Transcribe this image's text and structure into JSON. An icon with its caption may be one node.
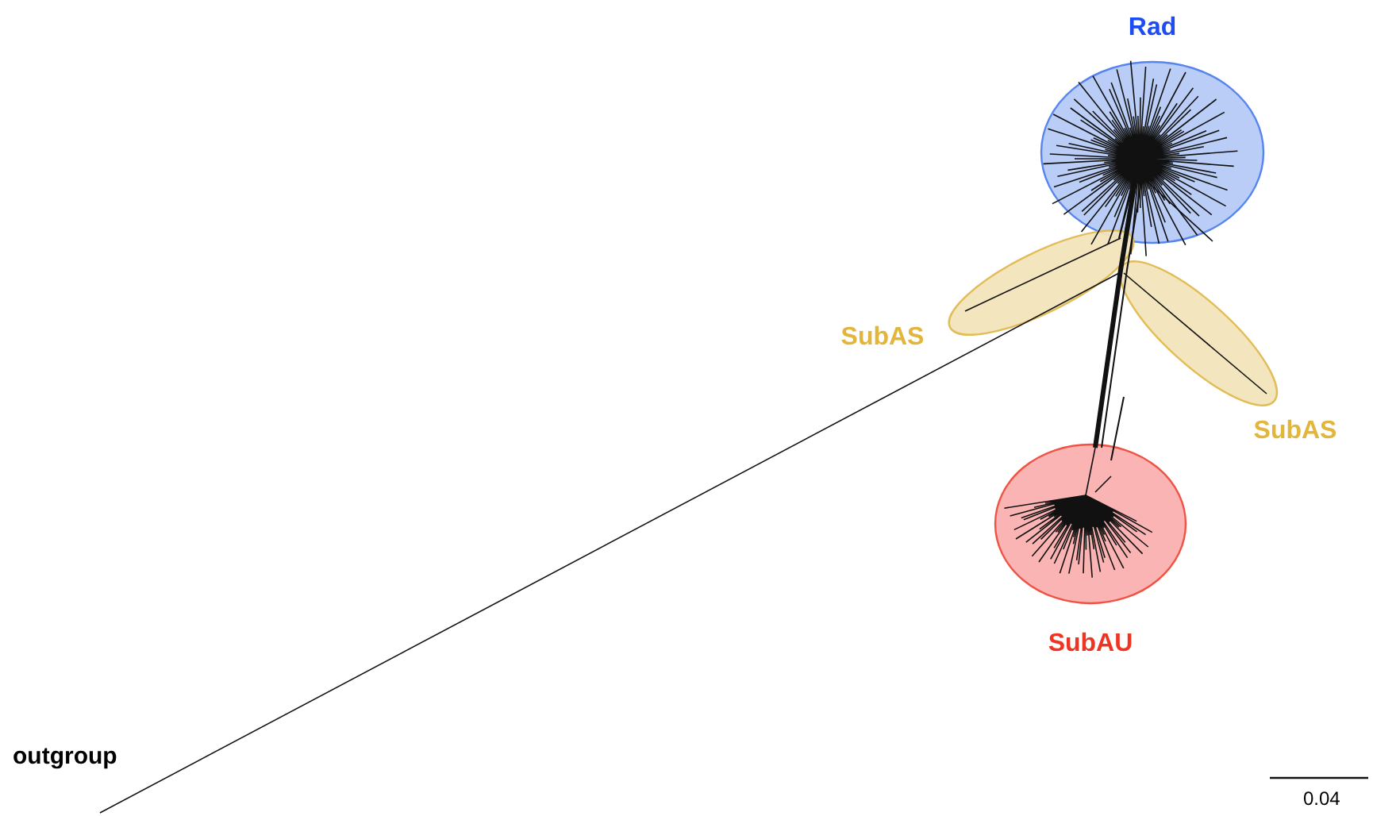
{
  "diagram": {
    "nodes": [
      {
        "text": [
          "Rad"
        ]
      },
      {
        "text": [
          "SubAS"
        ]
      },
      {
        "text": [
          "SubAS"
        ]
      },
      {
        "text": [
          "SubAU"
        ]
      },
      {
        "text": [
          "outgroup"
        ]
      }
    ],
    "labels": [
      "0.04"
    ]
  }
}
